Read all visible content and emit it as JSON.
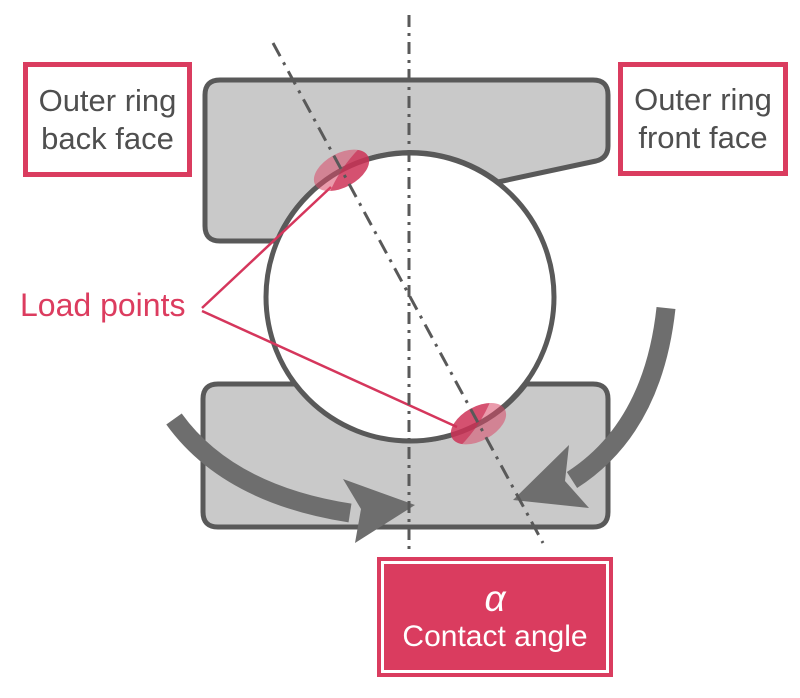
{
  "labels": {
    "outer_ring_back": {
      "line1": "Outer ring",
      "line2": "back face"
    },
    "outer_ring_front": {
      "line1": "Outer ring",
      "line2": "front face"
    },
    "load_points": "Load points",
    "contact_angle": {
      "symbol": "α",
      "label": "Contact angle"
    }
  },
  "colors": {
    "accent_red": "#da3c5f",
    "ring_fill_gray": "#c9c9c9",
    "outline_gray": "#595959",
    "arrow_gray": "#6e6e6e",
    "label_text_gray": "#4f4f4f",
    "load_point_pink": "#d94867",
    "load_point_crimson": "#c92950",
    "leader_line_red": "#d5365c"
  },
  "diagram": {
    "type": "bearing-cross-section",
    "parts": [
      "outer-ring-section",
      "inner-ring-section",
      "ball",
      "bearing-axis-line",
      "contact-angle-line",
      "load-point-upper",
      "load-point-lower",
      "rotation-arrow-left",
      "rotation-arrow-right"
    ]
  }
}
